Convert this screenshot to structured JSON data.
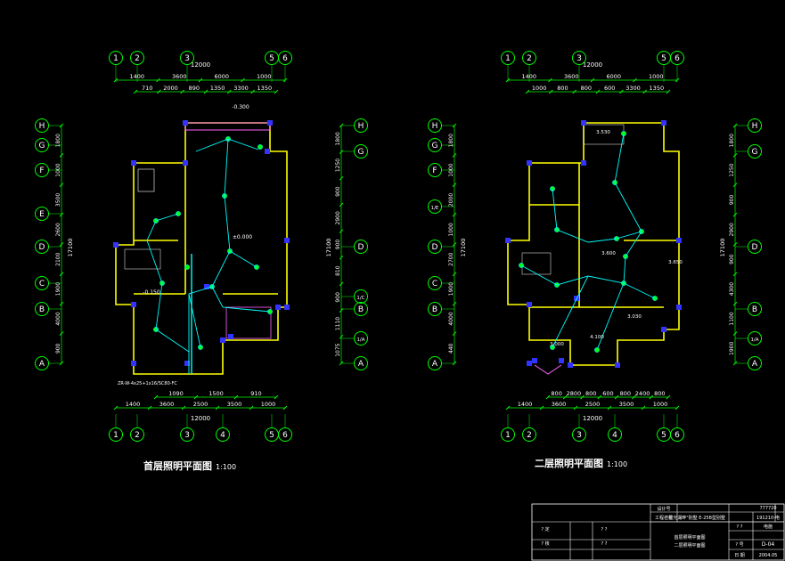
{
  "drawings": [
    {
      "title": "首层照明平面图",
      "scale": "1:100",
      "axis_top": [
        "1",
        "2",
        "3",
        "5",
        "6"
      ],
      "axis_bottom": [
        "1",
        "2",
        "3",
        "4",
        "5",
        "6"
      ],
      "axis_left": [
        "H",
        "G",
        "F",
        "E",
        "D",
        "C",
        "B",
        "A"
      ],
      "axis_right": [
        "H",
        "G",
        "D",
        "1/C",
        "B",
        "1/A",
        "A"
      ],
      "overall_width": "12000",
      "dims_top_row1": [
        "1400",
        "3600",
        "6000",
        "1000"
      ],
      "dims_top_row2": [
        "710",
        "2000",
        "890",
        "1350",
        "3300",
        "1350"
      ],
      "dims_bottom_row1": [
        "1090",
        "1500",
        "910"
      ],
      "dims_bottom_row2": [
        "1400",
        "3600",
        "2500",
        "3500",
        "1000"
      ],
      "dims_left": [
        "1800",
        "1000",
        "3500",
        "2600",
        "2100",
        "1900",
        "4000",
        "900"
      ],
      "dims_right": [
        "1800",
        "1250",
        "900",
        "2900",
        "900",
        "810",
        "900",
        "1110",
        "1075"
      ],
      "overall_height": "17100",
      "levels": [
        "-0.300",
        "±0.000",
        "-0.150"
      ],
      "cable_note": "ZR-W-4x25+1x16/SC80-FC"
    },
    {
      "title": "二层照明平面图",
      "scale": "1:100",
      "axis_top": [
        "1",
        "2",
        "3",
        "5",
        "6"
      ],
      "axis_bottom": [
        "1",
        "2",
        "3",
        "4",
        "5",
        "6"
      ],
      "axis_left": [
        "H",
        "G",
        "F",
        "1/E",
        "D",
        "C",
        "B",
        "A"
      ],
      "axis_right": [
        "H",
        "G",
        "D",
        "B",
        "1/A",
        "A"
      ],
      "overall_width": "12000",
      "dims_top_row1": [
        "1400",
        "3600",
        "6000",
        "1000"
      ],
      "dims_top_row2": [
        "1000",
        "800",
        "800",
        "600",
        "3300",
        "1350"
      ],
      "dims_bottom_row1": [
        "800",
        "2800",
        "800",
        "600",
        "800",
        "2400",
        "800"
      ],
      "dims_bottom_row2": [
        "1400",
        "3600",
        "2500",
        "3500",
        "1000"
      ],
      "dims_left": [
        "1800",
        "1000",
        "2000",
        "1000",
        "2700",
        "1900",
        "4000",
        "440"
      ],
      "dims_right": [
        "1800",
        "1250",
        "900",
        "2900",
        "900",
        "4300",
        "1100",
        "1900"
      ],
      "overall_height": "17100",
      "levels": [
        "3.530",
        "3.600",
        "3.030",
        "3.000",
        "4.100",
        "3.650"
      ]
    }
  ],
  "title_block": {
    "project_code": "777720",
    "row1_left": "设计号",
    "row1_mid": "工程名称",
    "row1_right": "\"星光湖畔\"别墅 E-25B型别墅",
    "row1_code": "191210-电",
    "drawing_name_1": "首层照明平面图",
    "drawing_name_2": "二层照明平面图",
    "sheet_no": "D-04",
    "date_label": "日 期",
    "date": "2004.05",
    "discipline": "电施",
    "label_check": "? 定",
    "label_review": "? 核",
    "label_design": "? ?",
    "label_draw": "? ?",
    "label_no": "? 号",
    "label_type": "? ?"
  },
  "colors": {
    "dim_line": "#00ff00",
    "wall": "#ffff00",
    "wiring": "#00ffff",
    "column": "#3333ff",
    "magenta": "#ff66ff",
    "fixture": "#ff3333",
    "text": "#ffffff"
  }
}
